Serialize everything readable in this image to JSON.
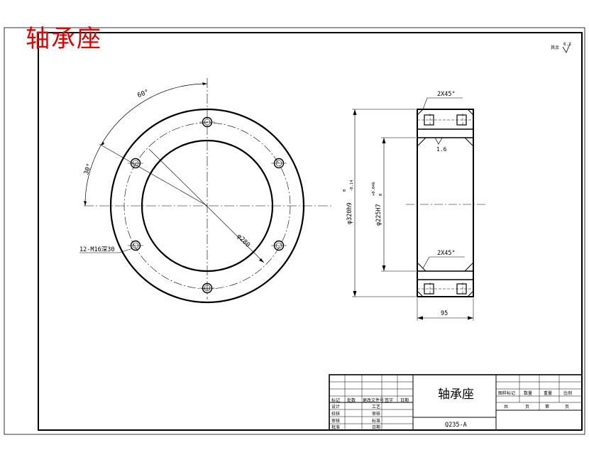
{
  "drawing": {
    "corner_title": "轴承座",
    "roughness_note_text": "其余",
    "roughness_note_value": "6.3",
    "angle_60": "60°",
    "angle_30": "30°",
    "bolt_callout": "12-M16深30",
    "bolt_circle_dim": "φ280",
    "chamfer_top": "2X45°",
    "chamfer_bottom": "2X45°",
    "inner_roughness": "1.6",
    "outer_dia_dim": "φ320h9",
    "outer_dia_tol_upper": "0",
    "outer_dia_tol_lower": "-0.14",
    "inner_dia_dim": "φ225H7",
    "inner_dia_tol_upper": "+0.046",
    "inner_dia_tol_lower": "0",
    "width_dim": "95"
  },
  "title_block": {
    "part_name": "轴承座",
    "material": "Q235-A",
    "rev_headers": [
      "标记",
      "处数",
      "更改文件号",
      "签字",
      "日期"
    ],
    "left_rows": [
      "设计",
      "校核",
      "审核",
      "批准"
    ],
    "mid_rows": [
      "工艺",
      "审核",
      "标准",
      "日期"
    ],
    "right_headers": [
      "图样标记",
      "数量",
      "重量",
      "比例"
    ],
    "sheet_info": [
      "共",
      "页",
      "第",
      "页"
    ]
  }
}
